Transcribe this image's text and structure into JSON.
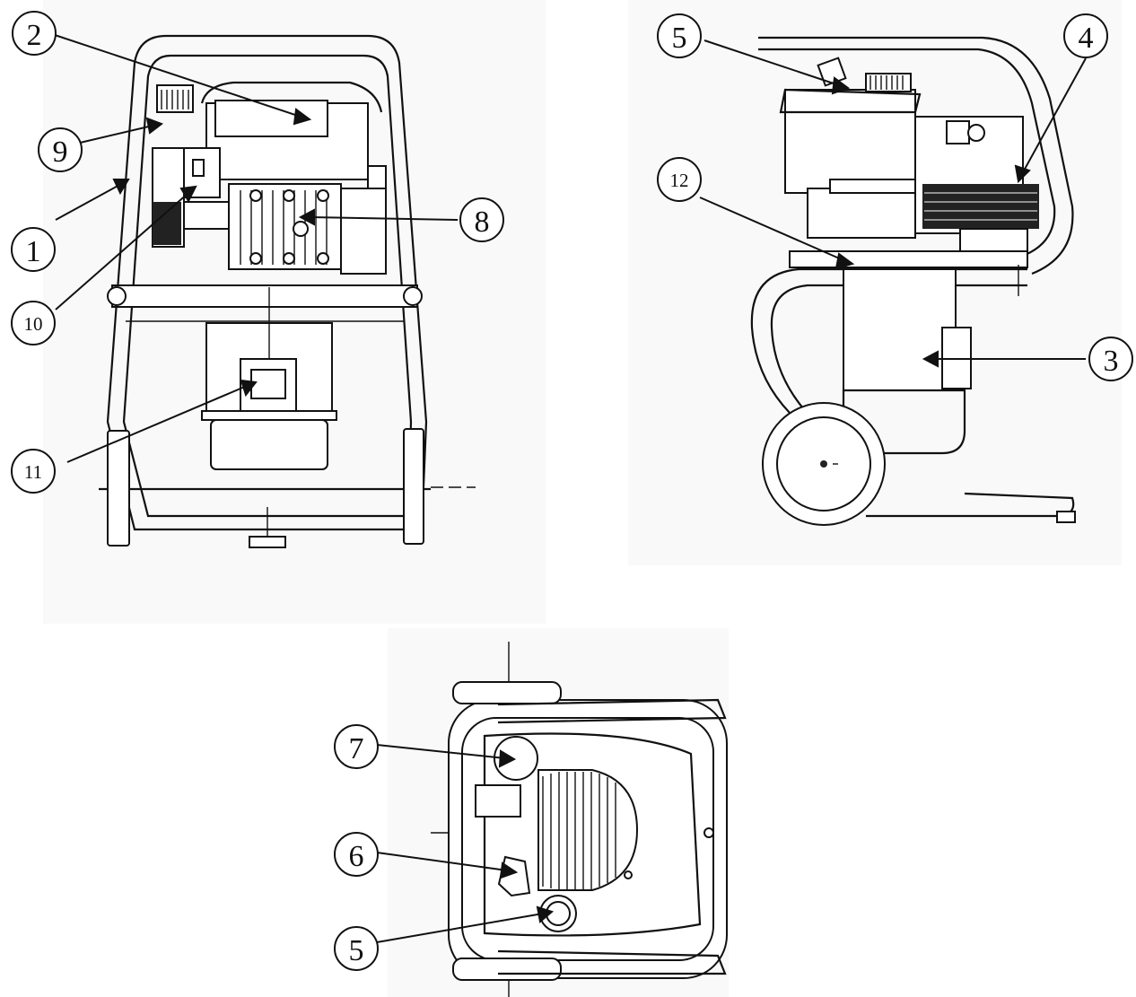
{
  "callouts": {
    "front": [
      {
        "id": "c1",
        "label": "1"
      },
      {
        "id": "c2",
        "label": "2"
      },
      {
        "id": "c8",
        "label": "8"
      },
      {
        "id": "c9",
        "label": "9"
      },
      {
        "id": "c10",
        "label": "10"
      },
      {
        "id": "c11",
        "label": "11"
      }
    ],
    "side": [
      {
        "id": "c3",
        "label": "3"
      },
      {
        "id": "c4",
        "label": "4"
      },
      {
        "id": "c5a",
        "label": "5"
      },
      {
        "id": "c12",
        "label": "12"
      }
    ],
    "top": [
      {
        "id": "c5b",
        "label": "5"
      },
      {
        "id": "c6",
        "label": "6"
      },
      {
        "id": "c7",
        "label": "7"
      }
    ]
  }
}
